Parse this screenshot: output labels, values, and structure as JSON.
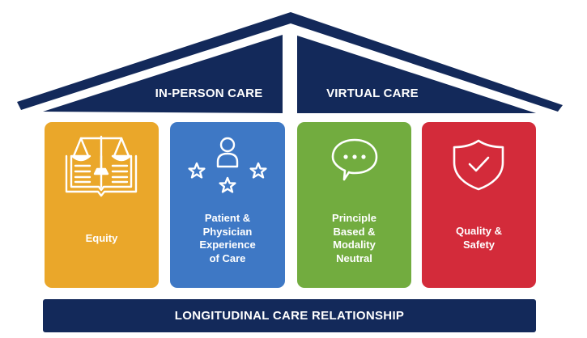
{
  "colors": {
    "navy": "#13295a",
    "equity": "#eaa72a",
    "patient": "#3e78c5",
    "principle": "#72ac3f",
    "quality": "#d32b3a"
  },
  "roof": {
    "left_label": "IN-PERSON CARE",
    "right_label": "VIRTUAL CARE"
  },
  "pillars": [
    {
      "label": "Equity",
      "icon": "scales-of-justice-icon"
    },
    {
      "label": "Patient &\nPhysician\nExperience\nof Care",
      "icon": "person-with-stars-icon"
    },
    {
      "label": "Principle\nBased &\nModality\nNeutral",
      "icon": "chat-bubble-icon"
    },
    {
      "label": "Quality &\nSafety",
      "icon": "shield-check-icon"
    }
  ],
  "foundation": {
    "label": "LONGITUDINAL CARE RELATIONSHIP"
  }
}
